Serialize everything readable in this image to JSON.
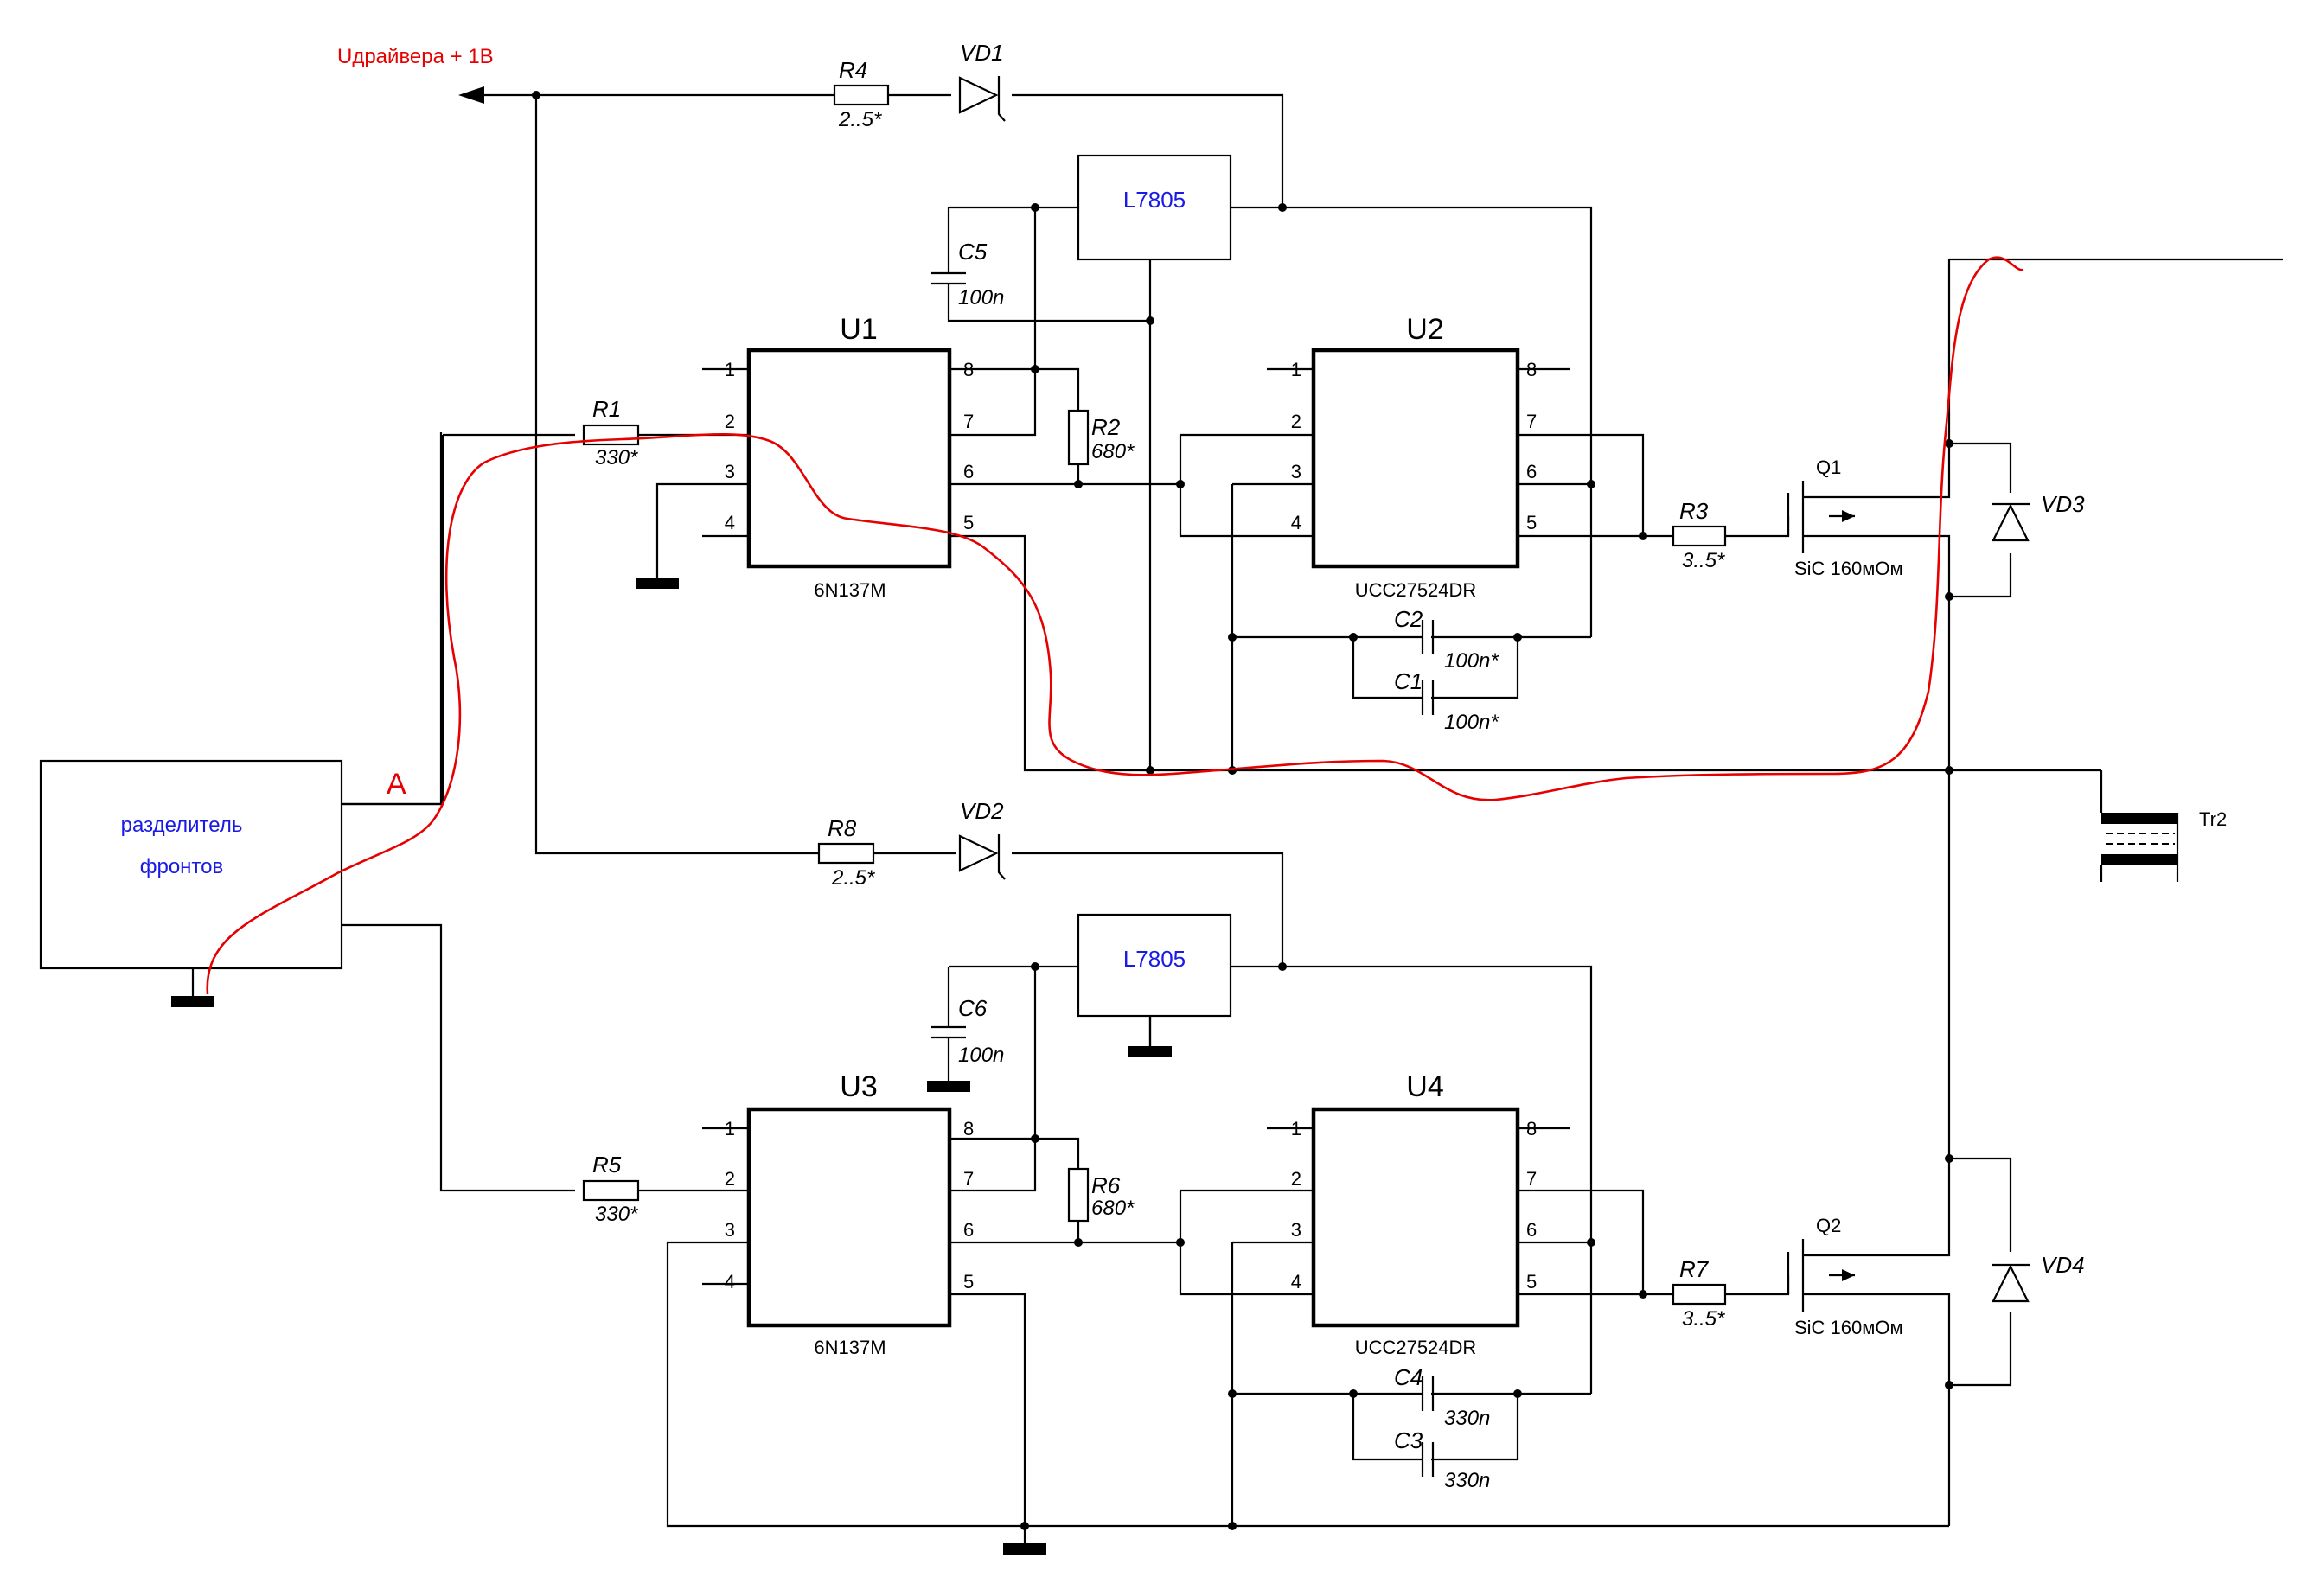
{
  "supply_label": "Uдрайвера + 1В",
  "node_label": "A",
  "splitter": {
    "line1": "разделитель",
    "line2": "фронтов"
  },
  "regulators": {
    "top": "L7805",
    "bottom": "L7805"
  },
  "chips": {
    "u1": {
      "ref": "U1",
      "part": "6N137M",
      "pins_left": [
        "1",
        "2",
        "3",
        "4"
      ],
      "pins_right": [
        "8",
        "7",
        "6",
        "5"
      ]
    },
    "u2": {
      "ref": "U2",
      "part": "UCC27524DR",
      "pins_left": [
        "1",
        "2",
        "3",
        "4"
      ],
      "pins_right": [
        "8",
        "7",
        "6",
        "5"
      ]
    },
    "u3": {
      "ref": "U3",
      "part": "6N137M",
      "pins_left": [
        "1",
        "2",
        "3",
        "4"
      ],
      "pins_right": [
        "8",
        "7",
        "6",
        "5"
      ]
    },
    "u4": {
      "ref": "U4",
      "part": "UCC27524DR",
      "pins_left": [
        "1",
        "2",
        "3",
        "4"
      ],
      "pins_right": [
        "8",
        "7",
        "6",
        "5"
      ]
    }
  },
  "resistors": {
    "r1": {
      "ref": "R1",
      "value": "330*"
    },
    "r2": {
      "ref": "R2",
      "value": "680*"
    },
    "r3": {
      "ref": "R3",
      "value": "3..5*"
    },
    "r4": {
      "ref": "R4",
      "value": "2..5*"
    },
    "r5": {
      "ref": "R5",
      "value": "330*"
    },
    "r6": {
      "ref": "R6",
      "value": "680*"
    },
    "r7": {
      "ref": "R7",
      "value": "3..5*"
    },
    "r8": {
      "ref": "R8",
      "value": "2..5*"
    }
  },
  "capacitors": {
    "c1": {
      "ref": "C1",
      "value": "100n*"
    },
    "c2": {
      "ref": "C2",
      "value": "100n*"
    },
    "c3": {
      "ref": "C3",
      "value": "330n"
    },
    "c4": {
      "ref": "C4",
      "value": "330n"
    },
    "c5": {
      "ref": "C5",
      "value": "100n"
    },
    "c6": {
      "ref": "C6",
      "value": "100n"
    }
  },
  "diodes": {
    "vd1": "VD1",
    "vd2": "VD2",
    "vd3": "VD3",
    "vd4": "VD4"
  },
  "transistors": {
    "q1": {
      "ref": "Q1",
      "part": "SiC 160мОм"
    },
    "q2": {
      "ref": "Q2",
      "part": "SiC 160мОм"
    }
  },
  "transformer": "Tr2",
  "colors": {
    "annotation": "#e60000",
    "block_text": "#1a1ae6",
    "wire": "#000000"
  }
}
